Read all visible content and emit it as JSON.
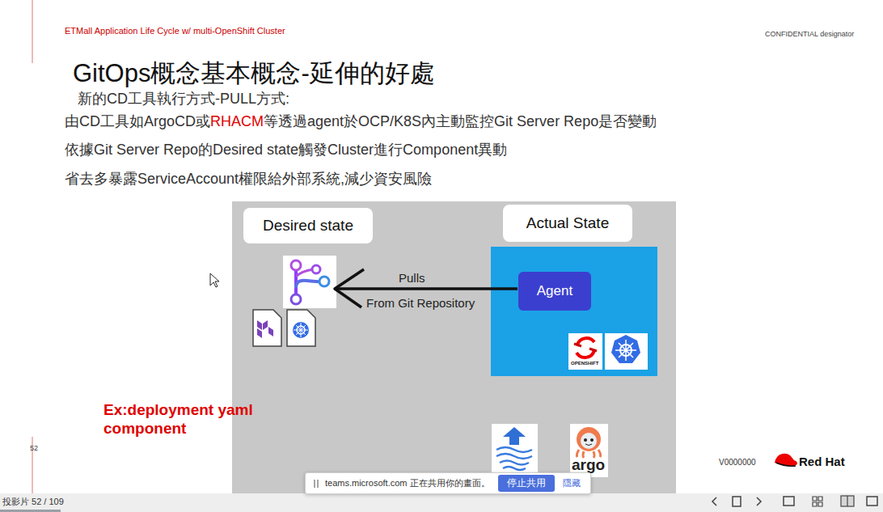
{
  "diagram": {
    "title": "GitOps概念基本概念-延伸的好處",
    "nodes": [
      {
        "text": [
          "Desired state"
        ]
      },
      {
        "text": [
          "Actual State"
        ]
      },
      {
        "text": [
          "Agent"
        ]
      },
      {
        "text": [
          "teams.microsoft.com 正在共用你的畫面。",
          "隱藏"
        ]
      },
      {
        "text": [
          "停止共用"
        ],
        "in": 3
      }
    ],
    "labels": [
      "ETMall Application Life Cycle w/ multi-OpenShift Cluster",
      "CONFIDENTIAL designator",
      "新的CD工具執行方式-PULL方式:",
      "由CD工具如ArgoCD或",
      "RHACM",
      "等透過agent於OCP/K8S內主動監控Git Server Repo是否變動",
      "依據Git Server Repo的Desired state觸發Cluster進行Component異動",
      "省去多暴露ServiceAccount權限給外部系統,減少資安風險",
      "Pulls",
      "From Git Repository",
      "OPENSHIFT",
      "Ex:deployment yaml component",
      "argo",
      "52",
      "V0000000",
      "Red Hat",
      "投影片 52 / 109"
    ]
  }
}
